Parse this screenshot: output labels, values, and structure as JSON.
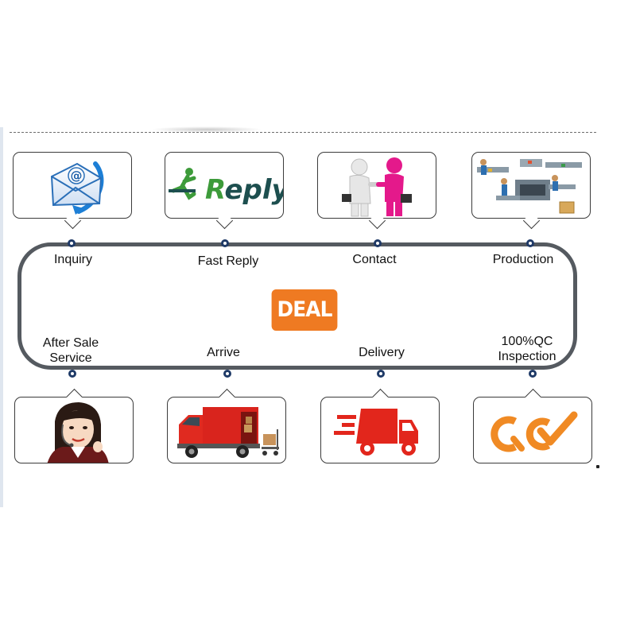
{
  "steps_top": [
    {
      "label": "Inquiry",
      "icon": "email-envelope-icon"
    },
    {
      "label": "Fast Reply",
      "icon": "reply-logo-icon",
      "logo_text": "Reply"
    },
    {
      "label": "Contact",
      "icon": "handshake-icon"
    },
    {
      "label": "Production",
      "icon": "production-line-icon"
    }
  ],
  "steps_bottom": [
    {
      "label_line1": "After Sale",
      "label_line2": "Service",
      "icon": "support-agent-icon"
    },
    {
      "label": "Arrive",
      "icon": "delivery-truck-icon"
    },
    {
      "label": "Delivery",
      "icon": "fast-delivery-icon"
    },
    {
      "label_line1": "100%QC",
      "label_line2": "Inspection",
      "icon": "qc-check-icon"
    }
  ],
  "center": {
    "text": "DEAL"
  },
  "colors": {
    "loop_stroke": "#555a60",
    "dot_stroke": "#1f3a67",
    "deal_bg": "#ef7a22",
    "qc_orange": "#f08a24",
    "reply_green": "#3d9b3a",
    "delivery_red": "#e2261c"
  }
}
